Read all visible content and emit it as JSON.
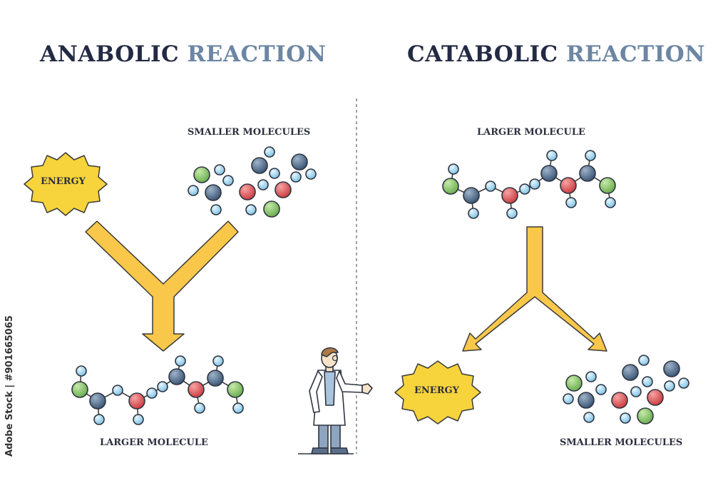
{
  "left_panel": {
    "title_dark": "ANABOLIC",
    "title_light": "REACTION",
    "input_label": "SMALLER MOLECULES",
    "energy_label": "ENERGY",
    "output_label": "LARGER MOLECULE"
  },
  "right_panel": {
    "title_dark": "CATABOLIC",
    "title_light": "REACTION",
    "input_label": "LARGER MOLECULE",
    "energy_label": "ENERGY",
    "output_label": "SMALLER MOLECULES"
  },
  "stock_credit": "Adobe Stock | #901665065",
  "colors": {
    "arrow": "#f9c84a",
    "energy_burst": "#f7d43c",
    "atom_small": "#a9d8f0",
    "atom_carbon": "#4d6a8a",
    "atom_green": "#8ac66e",
    "atom_red": "#e0595b"
  }
}
